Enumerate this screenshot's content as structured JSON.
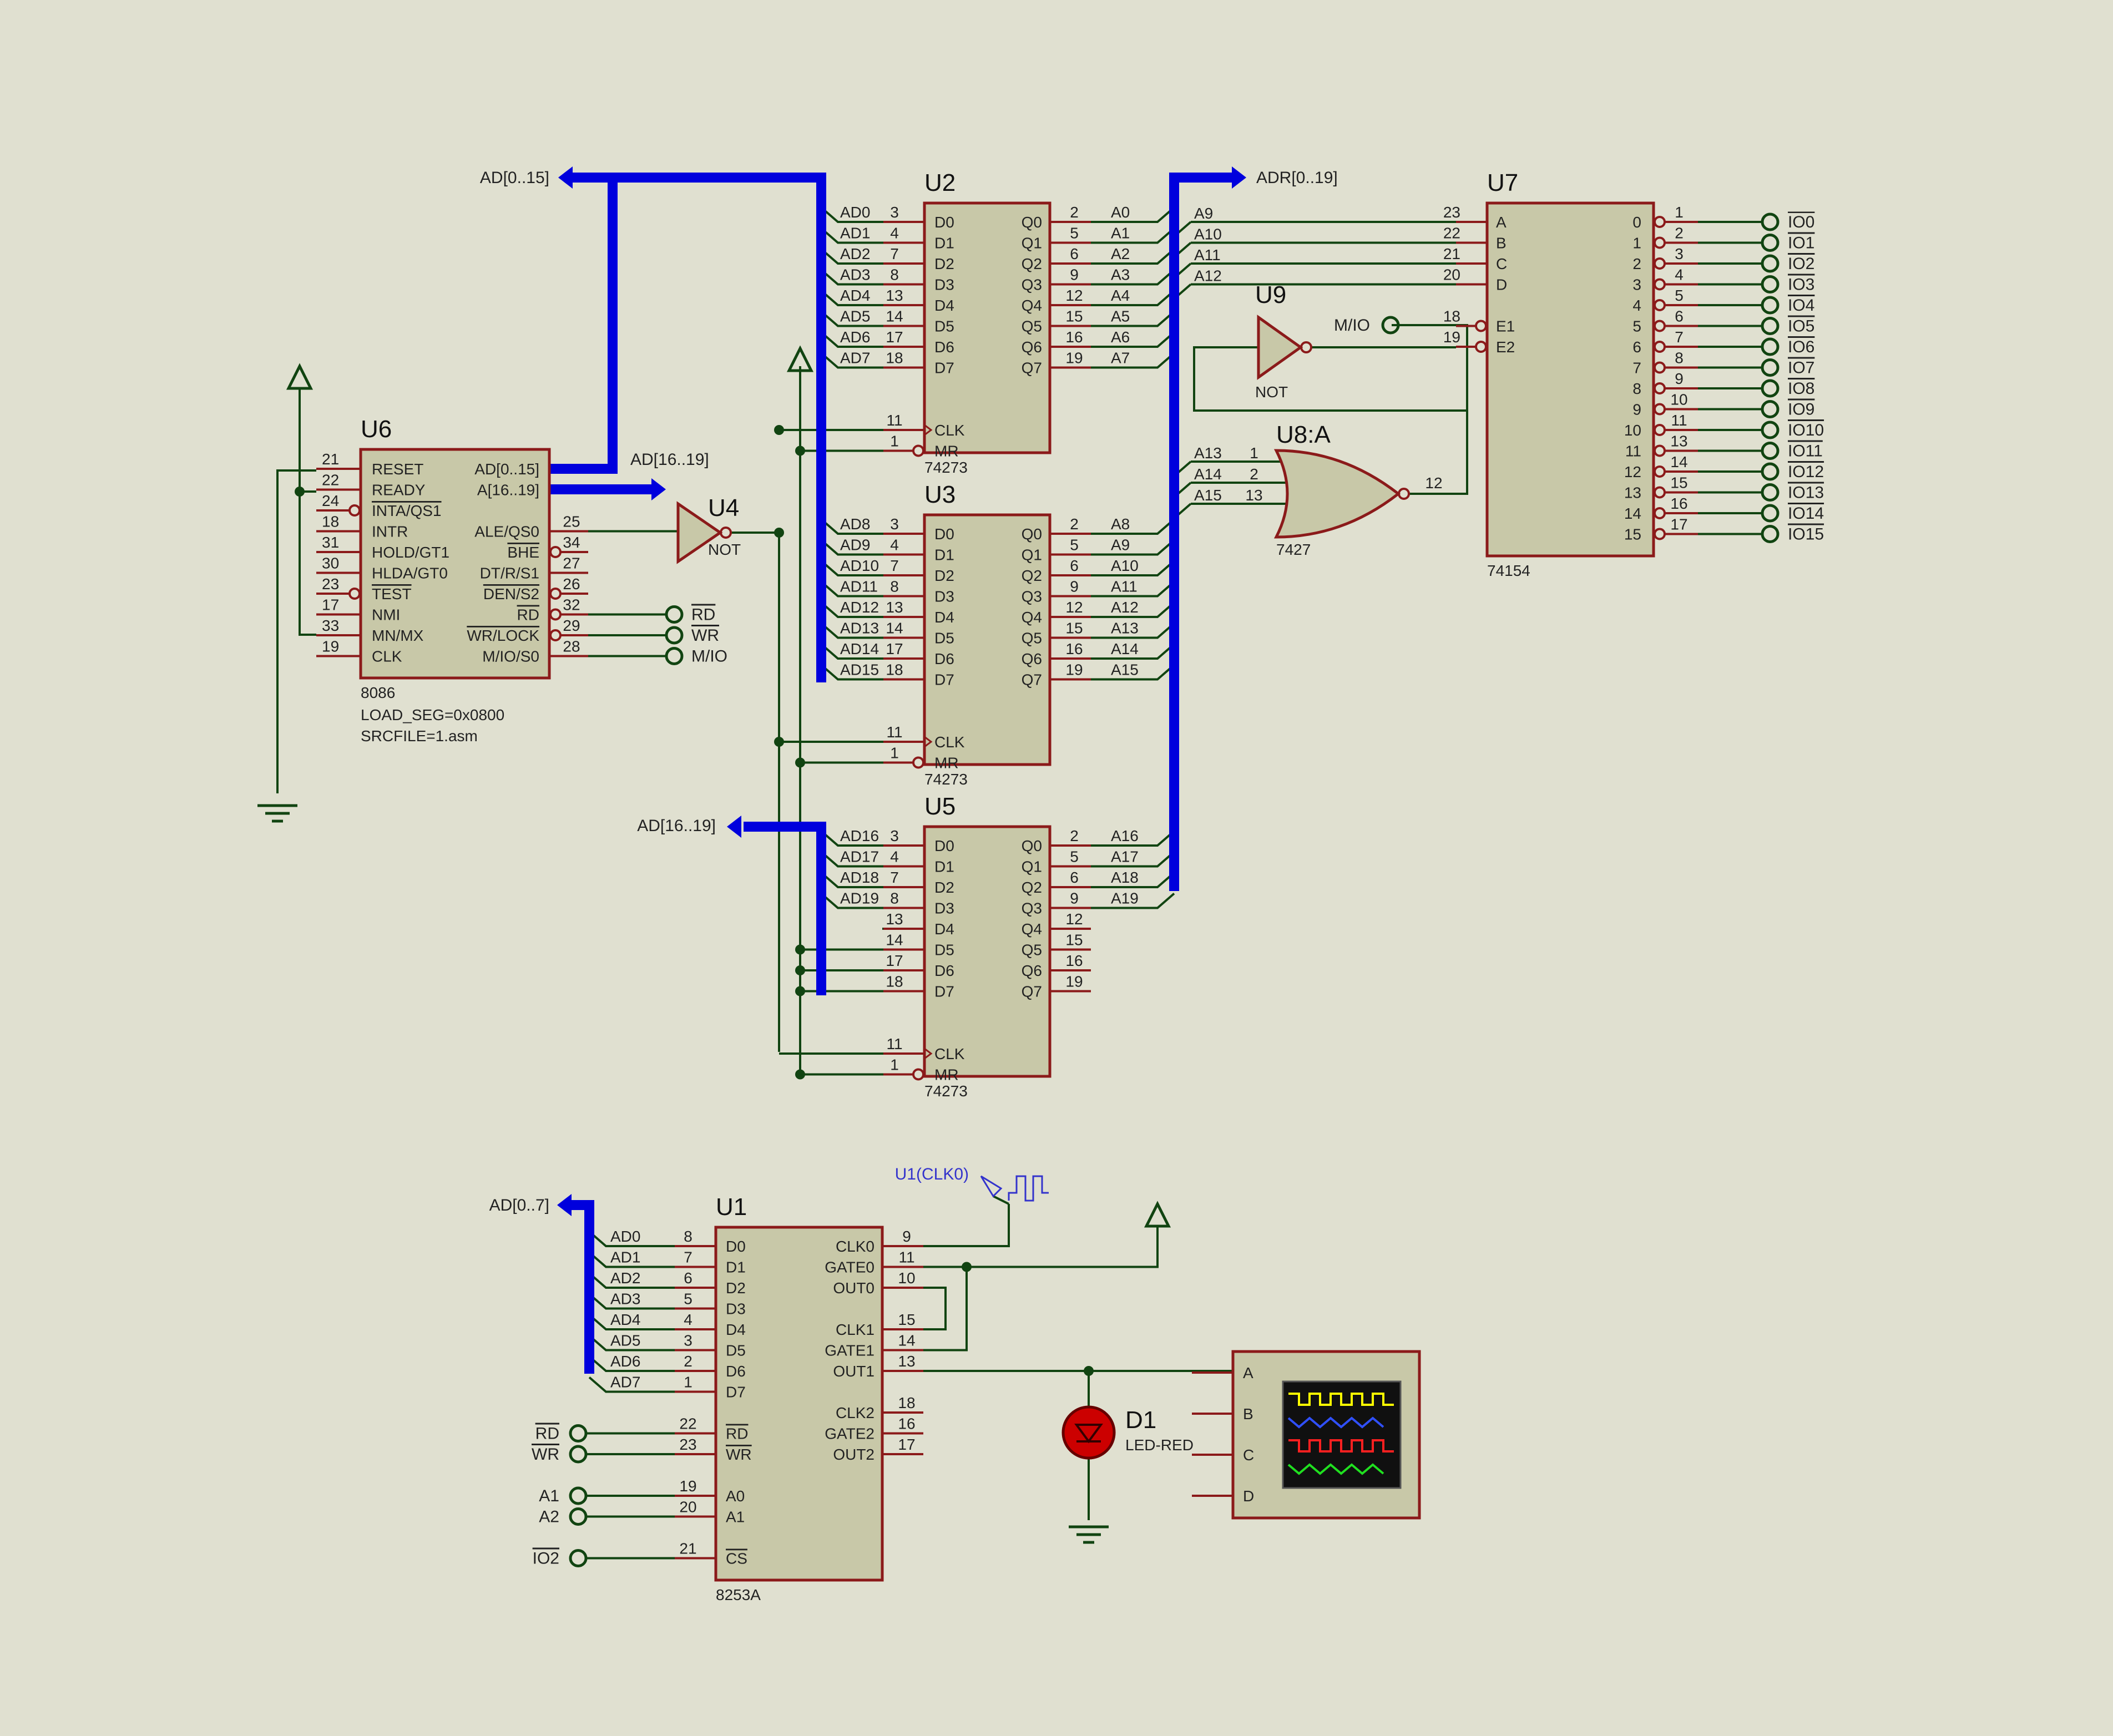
{
  "colors": {
    "background": "#e0e0d0",
    "wire": "#114411",
    "bus": "#0000dd",
    "pin": "#8b1a1a",
    "chip_fill": "#c8c8a8",
    "chip_stroke": "#8b1a1a",
    "probe": "#3333cc",
    "led": "#cc0000"
  },
  "chips": [
    {
      "id": "u6",
      "ref": "U6",
      "part": "8086",
      "props": [
        "LOAD_SEG=0x0800",
        "SRCFILE=1.asm"
      ],
      "left_pins": [
        {
          "num": "21",
          "name": "RESET"
        },
        {
          "num": "22",
          "name": "READY"
        },
        {
          "num": "24",
          "name": "INTA/QS1",
          "inv": true
        },
        {
          "num": "18",
          "name": "INTR"
        },
        {
          "num": "31",
          "name": "HOLD/GT1"
        },
        {
          "num": "30",
          "name": "HLDA/GT0"
        },
        {
          "num": "23",
          "name": "TEST",
          "inv": true
        },
        {
          "num": "17",
          "name": "NMI"
        },
        {
          "num": "33",
          "name": "MN/MX"
        },
        {
          "num": "19",
          "name": "CLK"
        }
      ],
      "right_pins": [
        {
          "num": "",
          "name": "AD[0..15]"
        },
        {
          "num": "",
          "name": "A[16..19]"
        },
        {
          "num": "",
          "name": ""
        },
        {
          "num": "25",
          "name": "ALE/QS0"
        },
        {
          "num": "34",
          "name": "BHE",
          "inv": true
        },
        {
          "num": "27",
          "name": "DT/R/S1"
        },
        {
          "num": "26",
          "name": "DEN/S2",
          "inv": true
        },
        {
          "num": "32",
          "name": "RD",
          "inv": true
        },
        {
          "num": "29",
          "name": "WR/LOCK",
          "inv": true
        },
        {
          "num": "28",
          "name": "M/IO/S0"
        }
      ]
    },
    {
      "id": "u2",
      "ref": "U2",
      "part": "74273",
      "left_pins": [
        {
          "num": "3",
          "name": "D0"
        },
        {
          "num": "4",
          "name": "D1"
        },
        {
          "num": "7",
          "name": "D2"
        },
        {
          "num": "8",
          "name": "D3"
        },
        {
          "num": "13",
          "name": "D4"
        },
        {
          "num": "14",
          "name": "D5"
        },
        {
          "num": "17",
          "name": "D6"
        },
        {
          "num": "18",
          "name": "D7"
        },
        {
          "num": "",
          "name": ""
        },
        {
          "num": "",
          "name": ""
        },
        {
          "num": "11",
          "name": "CLK"
        },
        {
          "num": "1",
          "name": "MR",
          "inv": true
        }
      ],
      "right_pins": [
        {
          "num": "2",
          "name": "Q0"
        },
        {
          "num": "5",
          "name": "Q1"
        },
        {
          "num": "6",
          "name": "Q2"
        },
        {
          "num": "9",
          "name": "Q3"
        },
        {
          "num": "12",
          "name": "Q4"
        },
        {
          "num": "15",
          "name": "Q5"
        },
        {
          "num": "16",
          "name": "Q6"
        },
        {
          "num": "19",
          "name": "Q7"
        }
      ],
      "in_nets": [
        "AD0",
        "AD1",
        "AD2",
        "AD3",
        "AD4",
        "AD5",
        "AD6",
        "AD7"
      ],
      "out_nets": [
        "A0",
        "A1",
        "A2",
        "A3",
        "A4",
        "A5",
        "A6",
        "A7"
      ]
    },
    {
      "id": "u3",
      "ref": "U3",
      "part": "74273",
      "left_pins": [
        {
          "num": "3",
          "name": "D0"
        },
        {
          "num": "4",
          "name": "D1"
        },
        {
          "num": "7",
          "name": "D2"
        },
        {
          "num": "8",
          "name": "D3"
        },
        {
          "num": "13",
          "name": "D4"
        },
        {
          "num": "14",
          "name": "D5"
        },
        {
          "num": "17",
          "name": "D6"
        },
        {
          "num": "18",
          "name": "D7"
        },
        {
          "num": "",
          "name": ""
        },
        {
          "num": "",
          "name": ""
        },
        {
          "num": "11",
          "name": "CLK"
        },
        {
          "num": "1",
          "name": "MR",
          "inv": true
        }
      ],
      "right_pins": [
        {
          "num": "2",
          "name": "Q0"
        },
        {
          "num": "5",
          "name": "Q1"
        },
        {
          "num": "6",
          "name": "Q2"
        },
        {
          "num": "9",
          "name": "Q3"
        },
        {
          "num": "12",
          "name": "Q4"
        },
        {
          "num": "15",
          "name": "Q5"
        },
        {
          "num": "16",
          "name": "Q6"
        },
        {
          "num": "19",
          "name": "Q7"
        }
      ],
      "in_nets": [
        "AD8",
        "AD9",
        "AD10",
        "AD11",
        "AD12",
        "AD13",
        "AD14",
        "AD15"
      ],
      "out_nets": [
        "A8",
        "A9",
        "A10",
        "A11",
        "A12",
        "A13",
        "A14",
        "A15"
      ]
    },
    {
      "id": "u5",
      "ref": "U5",
      "part": "74273",
      "left_pins": [
        {
          "num": "3",
          "name": "D0"
        },
        {
          "num": "4",
          "name": "D1"
        },
        {
          "num": "7",
          "name": "D2"
        },
        {
          "num": "8",
          "name": "D3"
        },
        {
          "num": "13",
          "name": "D4"
        },
        {
          "num": "14",
          "name": "D5"
        },
        {
          "num": "17",
          "name": "D6"
        },
        {
          "num": "18",
          "name": "D7"
        },
        {
          "num": "",
          "name": ""
        },
        {
          "num": "",
          "name": ""
        },
        {
          "num": "11",
          "name": "CLK"
        },
        {
          "num": "1",
          "name": "MR",
          "inv": true
        }
      ],
      "right_pins": [
        {
          "num": "2",
          "name": "Q0"
        },
        {
          "num": "5",
          "name": "Q1"
        },
        {
          "num": "6",
          "name": "Q2"
        },
        {
          "num": "9",
          "name": "Q3"
        },
        {
          "num": "12",
          "name": "Q4"
        },
        {
          "num": "15",
          "name": "Q5"
        },
        {
          "num": "16",
          "name": "Q6"
        },
        {
          "num": "19",
          "name": "Q7"
        }
      ],
      "in_nets": [
        "AD16",
        "AD17",
        "AD18",
        "AD19",
        "",
        "",
        "",
        ""
      ],
      "out_nets": [
        "A16",
        "A17",
        "A18",
        "A19",
        "",
        "",
        "",
        ""
      ]
    },
    {
      "id": "u7",
      "ref": "U7",
      "part": "74154",
      "left_pins": [
        {
          "num": "23",
          "name": "A"
        },
        {
          "num": "22",
          "name": "B"
        },
        {
          "num": "21",
          "name": "C"
        },
        {
          "num": "20",
          "name": "D"
        },
        {
          "num": "",
          "name": ""
        },
        {
          "num": "18",
          "name": "E1",
          "inv": true
        },
        {
          "num": "19",
          "name": "E2",
          "inv": true
        }
      ],
      "left_nets": [
        "A9",
        "A10",
        "A11",
        "A12"
      ],
      "outputs": [
        {
          "name": "0",
          "num": "1",
          "net": "IO0"
        },
        {
          "name": "1",
          "num": "2",
          "net": "IO1"
        },
        {
          "name": "2",
          "num": "3",
          "net": "IO2"
        },
        {
          "name": "3",
          "num": "4",
          "net": "IO3"
        },
        {
          "name": "4",
          "num": "5",
          "net": "IO4"
        },
        {
          "name": "5",
          "num": "6",
          "net": "IO5"
        },
        {
          "name": "6",
          "num": "7",
          "net": "IO6"
        },
        {
          "name": "7",
          "num": "8",
          "net": "IO7"
        },
        {
          "name": "8",
          "num": "9",
          "net": "IO8"
        },
        {
          "name": "9",
          "num": "10",
          "net": "IO9"
        },
        {
          "name": "10",
          "num": "11",
          "net": "IO10"
        },
        {
          "name": "11",
          "num": "13",
          "net": "IO11"
        },
        {
          "name": "12",
          "num": "14",
          "net": "IO12"
        },
        {
          "name": "13",
          "num": "15",
          "net": "IO13"
        },
        {
          "name": "14",
          "num": "16",
          "net": "IO14"
        },
        {
          "name": "15",
          "num": "17",
          "net": "IO15"
        }
      ]
    },
    {
      "id": "u1",
      "ref": "U1",
      "part": "8253A",
      "left_pins": [
        {
          "num": "8",
          "name": "D0"
        },
        {
          "num": "7",
          "name": "D1"
        },
        {
          "num": "6",
          "name": "D2"
        },
        {
          "num": "5",
          "name": "D3"
        },
        {
          "num": "4",
          "name": "D4"
        },
        {
          "num": "3",
          "name": "D5"
        },
        {
          "num": "2",
          "name": "D6"
        },
        {
          "num": "1",
          "name": "D7"
        },
        {
          "num": "",
          "name": ""
        },
        {
          "num": "22",
          "name": "RD",
          "over": true
        },
        {
          "num": "23",
          "name": "WR",
          "over": true
        },
        {
          "num": "",
          "name": ""
        },
        {
          "num": "19",
          "name": "A0"
        },
        {
          "num": "20",
          "name": "A1"
        },
        {
          "num": "",
          "name": ""
        },
        {
          "num": "21",
          "name": "CS",
          "over": true
        }
      ],
      "in_nets": [
        "AD0",
        "AD1",
        "AD2",
        "AD3",
        "AD4",
        "AD5",
        "AD6",
        "AD7"
      ],
      "right_pins": [
        {
          "num": "9",
          "name": "CLK0"
        },
        {
          "num": "11",
          "name": "GATE0"
        },
        {
          "num": "10",
          "name": "OUT0"
        },
        {
          "num": "",
          "name": ""
        },
        {
          "num": "15",
          "name": "CLK1"
        },
        {
          "num": "14",
          "name": "GATE1"
        },
        {
          "num": "13",
          "name": "OUT1"
        },
        {
          "num": "",
          "name": ""
        },
        {
          "num": "18",
          "name": "CLK2"
        },
        {
          "num": "16",
          "name": "GATE2"
        },
        {
          "num": "17",
          "name": "OUT2"
        }
      ]
    }
  ],
  "gates": {
    "u4": {
      "ref": "U4",
      "part": "NOT"
    },
    "u9": {
      "ref": "U9",
      "part": "NOT"
    },
    "u8": {
      "ref": "U8:A",
      "part": "7427",
      "inputs": [
        {
          "net": "A13",
          "num": "1"
        },
        {
          "net": "A14",
          "num": "2"
        },
        {
          "net": "A15",
          "num": "13"
        }
      ],
      "out_num": "12"
    }
  },
  "bus_labels": {
    "ad_0_15": "AD[0..15]",
    "ad_16_19_top": "AD[16..19]",
    "ad_16_19_mid": "AD[16..19]",
    "adr": "ADR[0..19]",
    "ad_0_7": "AD[0..7]"
  },
  "terminals": {
    "u6": [
      "RD",
      "WR",
      "M/IO"
    ],
    "u9_in": "M/IO",
    "u1": [
      "RD",
      "WR",
      "A1",
      "A2",
      "IO2"
    ]
  },
  "probe_label": "U1(CLK0)",
  "led": {
    "ref": "D1",
    "part": "LED-RED"
  },
  "scope": {
    "channels": [
      "A",
      "B",
      "C",
      "D"
    ],
    "trace_colors": [
      "#ffff00",
      "#3050ff",
      "#ff2020",
      "#20e020"
    ]
  }
}
